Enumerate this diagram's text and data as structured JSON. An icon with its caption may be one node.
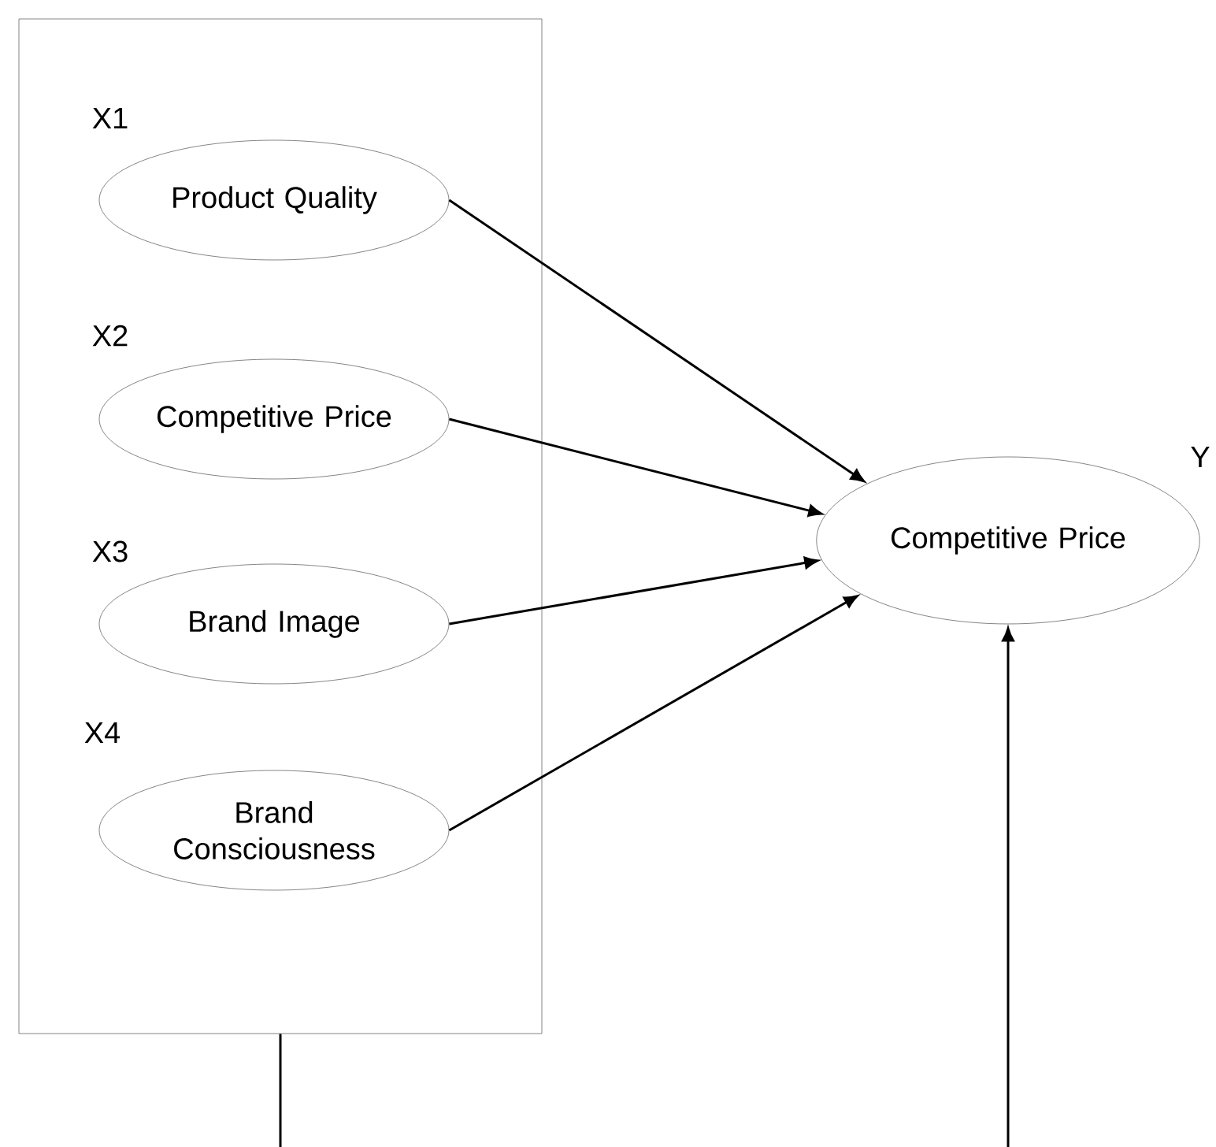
{
  "diagram": {
    "nodes": [
      {
        "text": [],
        "shape": "box"
      },
      {
        "text": [
          "Product Quality"
        ],
        "in": 0,
        "beside": [
          "X1"
        ]
      },
      {
        "text": [
          "Competitive Price"
        ],
        "in": 0,
        "beside": [
          "X2"
        ]
      },
      {
        "text": [
          "Brand Image"
        ],
        "in": 0,
        "beside": [
          "X3"
        ]
      },
      {
        "text": [
          "Brand Consciousness"
        ],
        "in": 0,
        "beside": [
          "X4"
        ]
      },
      {
        "text": [
          "Competitive Price"
        ],
        "beside": [
          "Y"
        ]
      }
    ],
    "edges": [
      {
        "from": 1,
        "to": 5,
        "arrow": "to"
      },
      {
        "from": 2,
        "to": 5,
        "arrow": "to"
      },
      {
        "from": 3,
        "to": 5,
        "arrow": "to"
      },
      {
        "from": 4,
        "to": 5,
        "arrow": "to"
      },
      {
        "from": 0,
        "to": 5,
        "arrow": "to"
      }
    ]
  }
}
